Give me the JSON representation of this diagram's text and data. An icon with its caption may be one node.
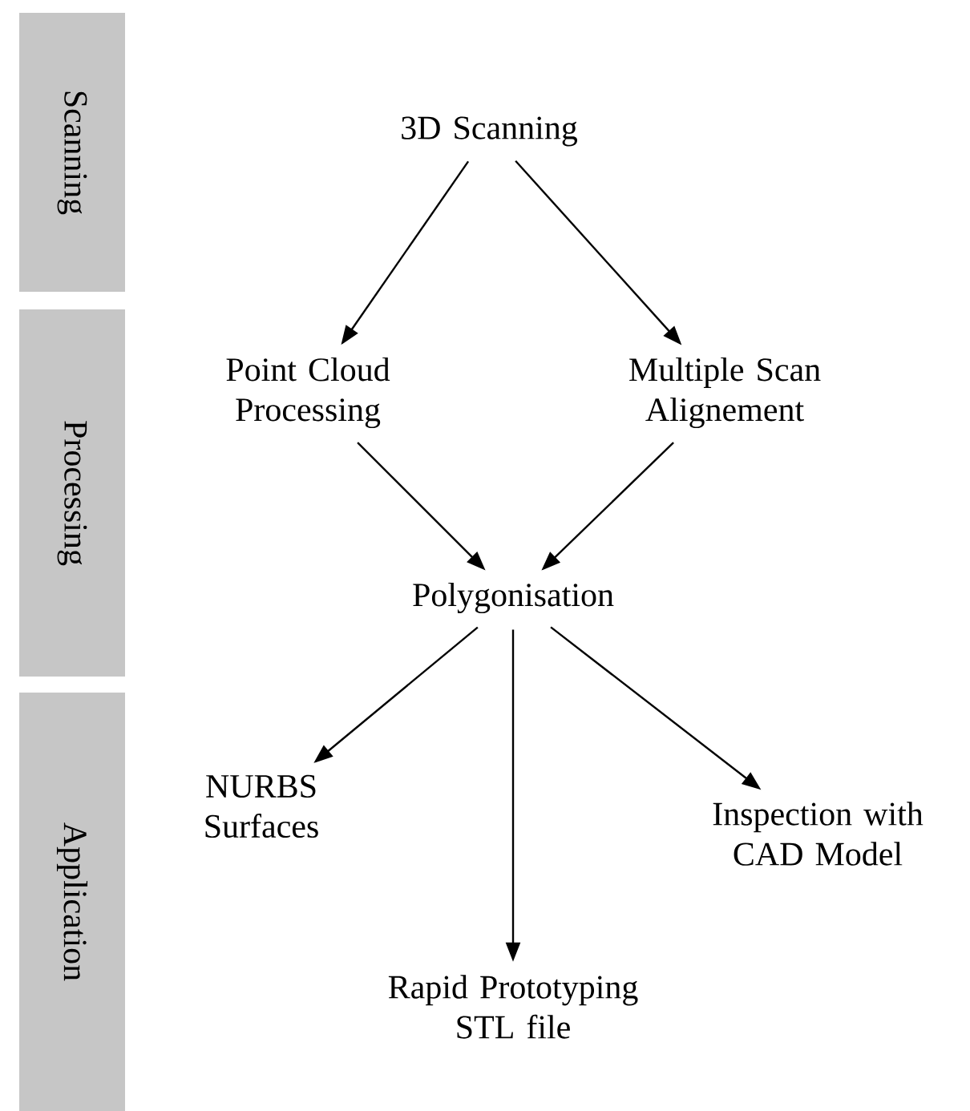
{
  "diagram": {
    "nodes": [
      {
        "text": [
          "Scanning"
        ]
      },
      {
        "text": [
          "Processing"
        ]
      },
      {
        "text": [
          "Application"
        ]
      },
      {
        "text": [
          "3D Scanning"
        ]
      },
      {
        "text": [
          "Point Cloud Processing"
        ]
      },
      {
        "text": [
          "Multiple Scan Alignement"
        ]
      },
      {
        "text": [
          "Polygonisation"
        ]
      },
      {
        "text": [
          "NURBS Surfaces"
        ]
      },
      {
        "text": [
          "Inspection with CAD Model"
        ]
      },
      {
        "text": [
          "Rapid Prototyping STL file"
        ]
      }
    ],
    "edges": [
      {
        "from": 3,
        "to": 4,
        "arrow": "to"
      },
      {
        "from": 3,
        "to": 5,
        "arrow": "to"
      },
      {
        "from": 4,
        "to": 6,
        "arrow": "to"
      },
      {
        "from": 5,
        "to": 6,
        "arrow": "to"
      },
      {
        "from": 6,
        "to": 7,
        "arrow": "to"
      },
      {
        "from": 6,
        "to": 9,
        "arrow": "to"
      },
      {
        "from": 6,
        "to": 8,
        "arrow": "to"
      }
    ]
  }
}
